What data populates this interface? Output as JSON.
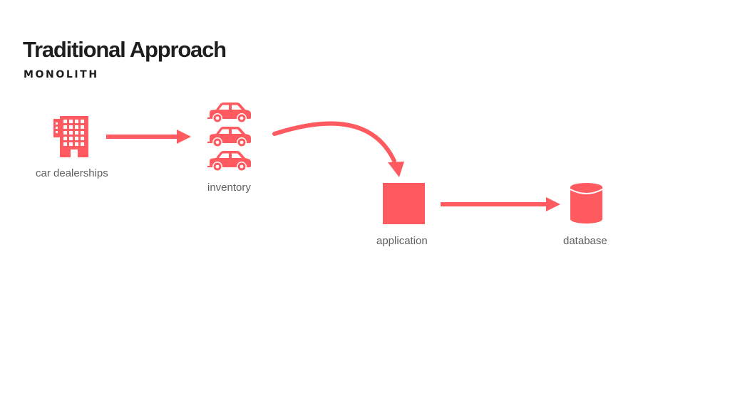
{
  "slide": {
    "title": "Traditional Approach",
    "subtitle": "MONOLITH"
  },
  "colors": {
    "accent": "#ff5a5f",
    "title_text": "#1e1e1e",
    "label_text": "#5f5f5f",
    "background": "#ffffff"
  },
  "nodes": {
    "dealerships": {
      "label": "car dealerships",
      "icon": "building-icon"
    },
    "inventory": {
      "label": "inventory",
      "icon": "car-icon"
    },
    "application": {
      "label": "application",
      "icon": "square-block"
    },
    "database": {
      "label": "database",
      "icon": "database-cylinder-icon"
    }
  },
  "edges": [
    {
      "from": "car dealerships",
      "to": "inventory"
    },
    {
      "from": "inventory",
      "to": "application"
    },
    {
      "from": "application",
      "to": "database"
    }
  ]
}
